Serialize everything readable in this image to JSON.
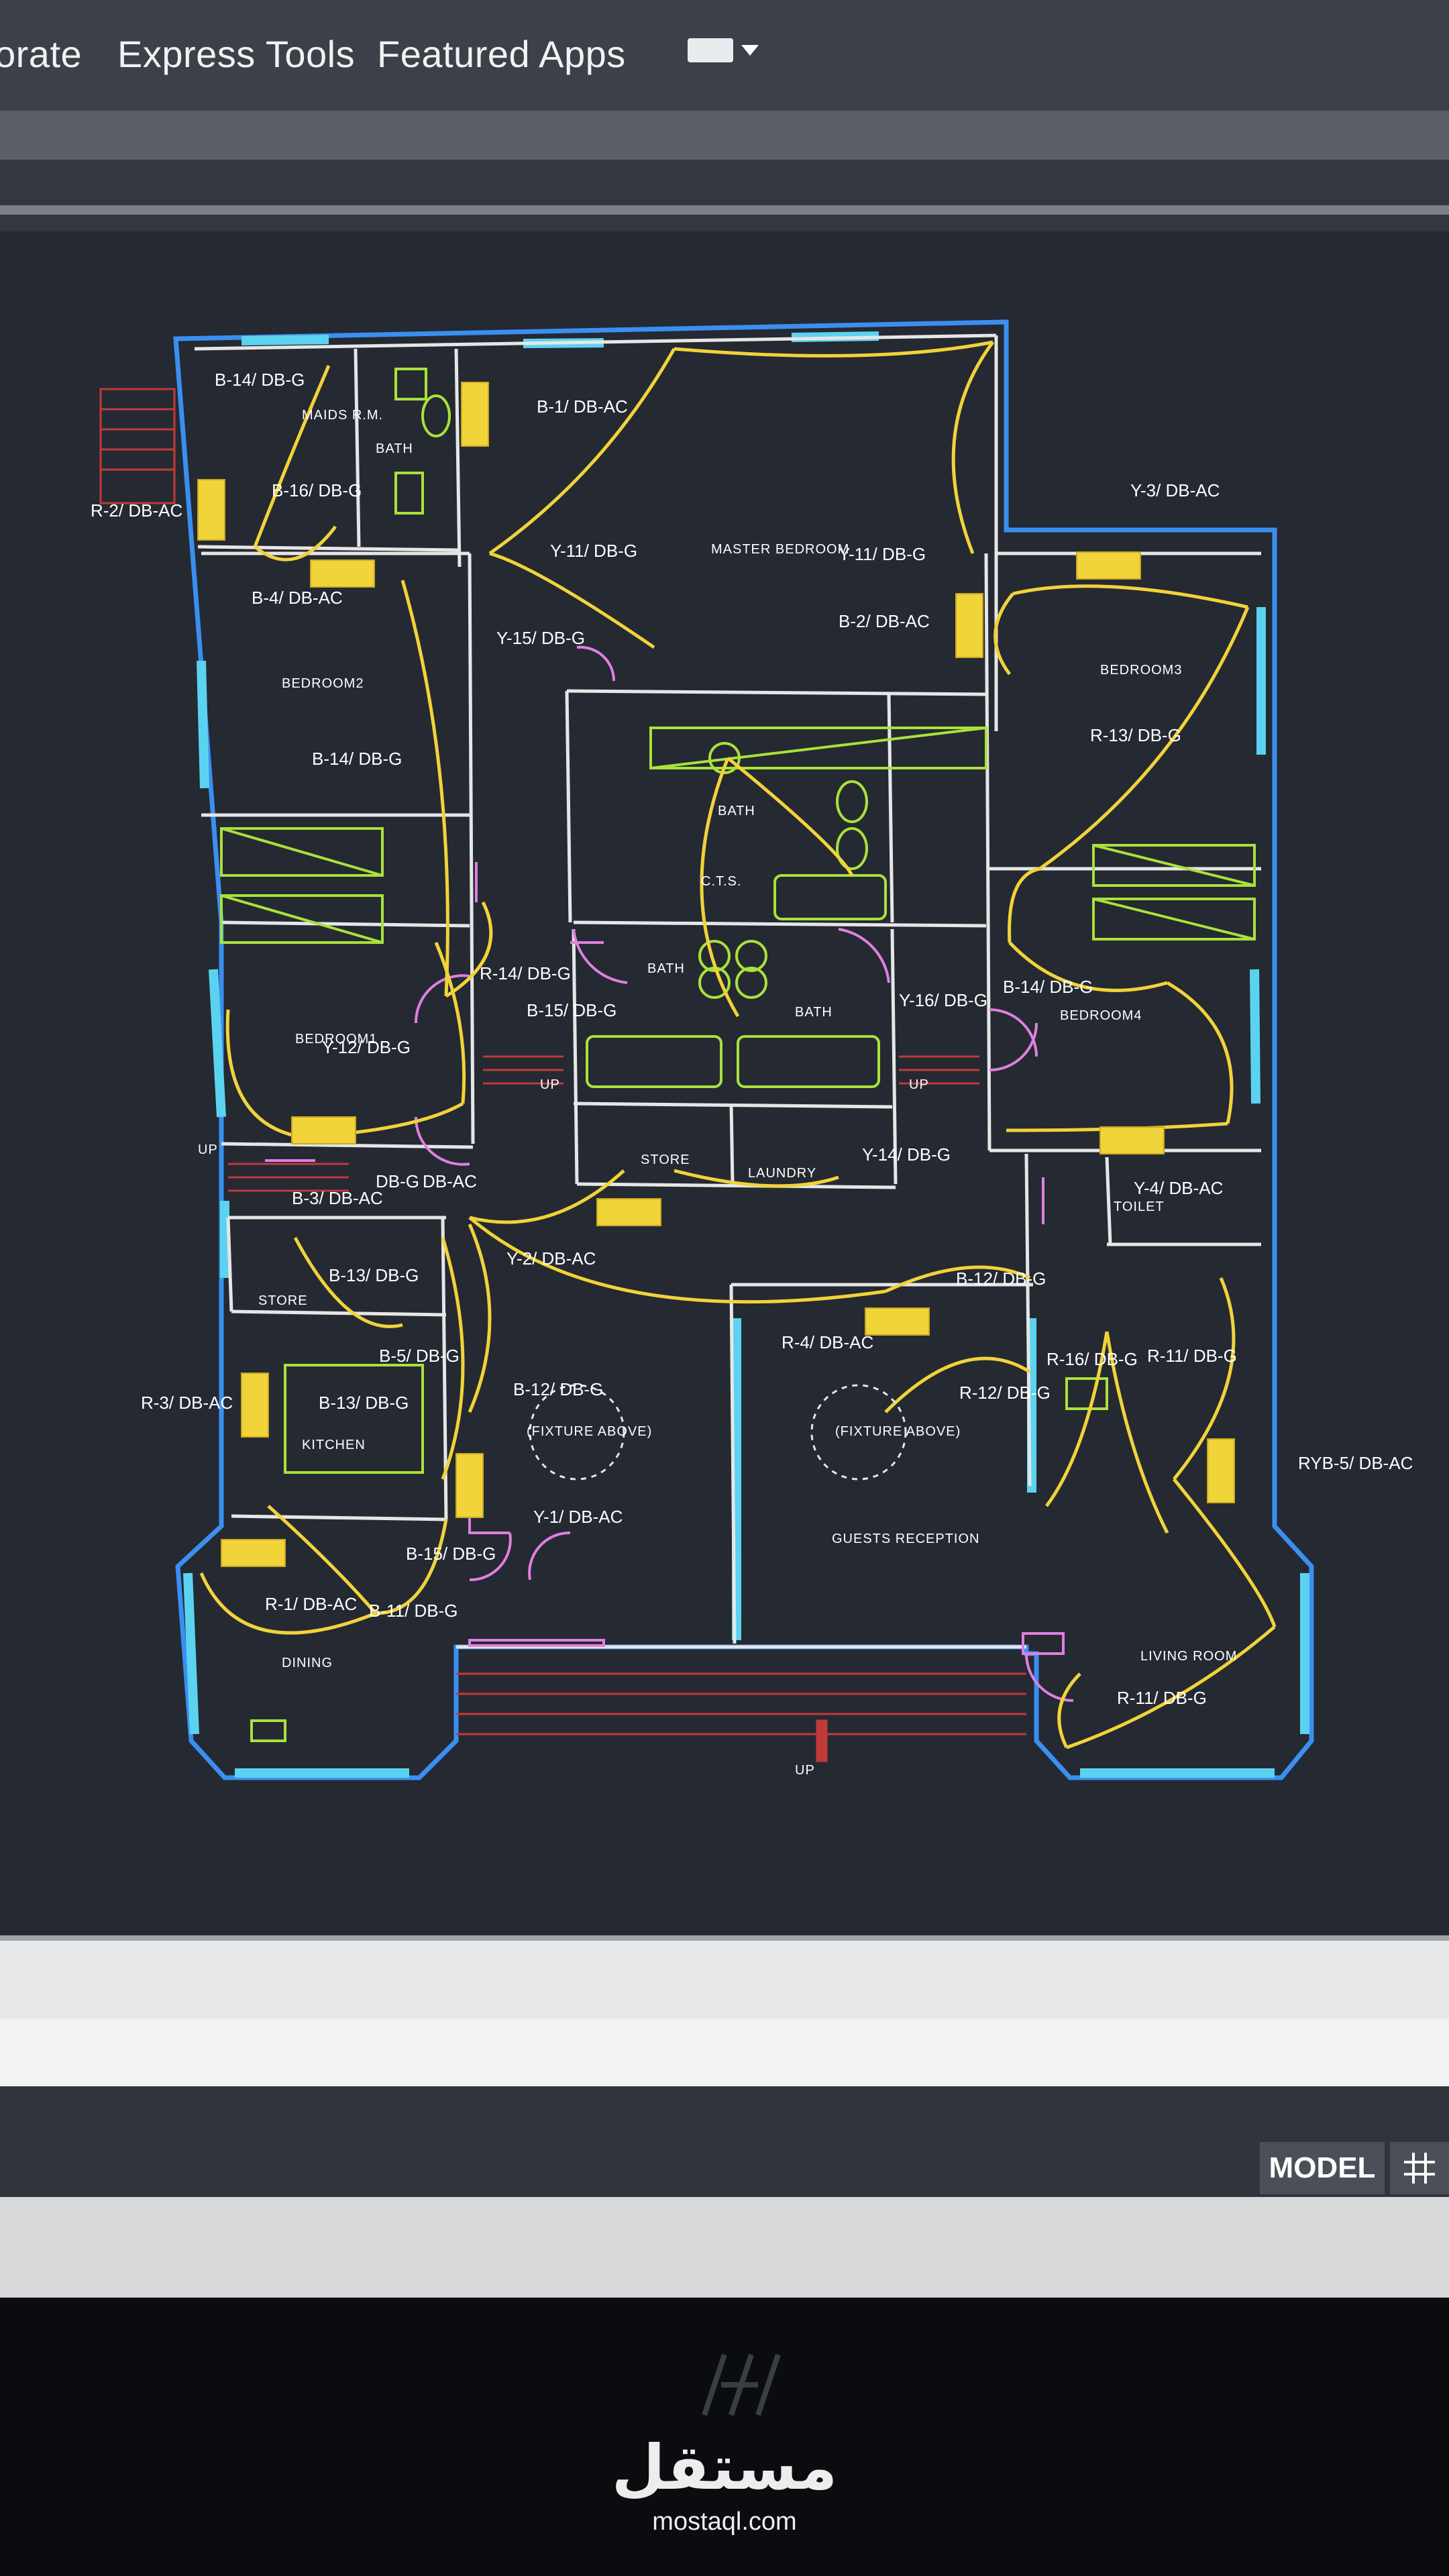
{
  "ribbon": {
    "tabs": [
      {
        "label": "orate"
      },
      {
        "label": "Express Tools"
      },
      {
        "label": "Featured Apps"
      }
    ],
    "toggle_icon": "ribbon-state-toggle-icon"
  },
  "drawing": {
    "rooms": {
      "maids_rm": "MAIDS R.M.",
      "bath_small": "BATH",
      "master_bedroom": "MASTER BEDROOM",
      "bedroom2": "BEDROOM2",
      "bedroom3": "BEDROOM3",
      "bath_center": "BATH",
      "cts": "C.T.S.",
      "bath_lower": "BATH",
      "bath_lower2": "BATH",
      "bedroom1": "BEDROOM1",
      "bedroom4": "BEDROOM4",
      "store": "STORE",
      "laundry": "LAUNDRY",
      "toilet": "TOILET",
      "store_kitchen": "STORE",
      "kitchen": "KITCHEN",
      "guests_reception": "GUESTS RECEPTION",
      "dining": "DINING",
      "living_room": "LIVING ROOM",
      "fixture_note": "(FIXTURE ABOVE)"
    },
    "circuits": {
      "b14a": "B-14/ DB-G",
      "r2": "R-2/ DB-AC",
      "b16": "B-16/ DB-G",
      "b1": "B-1/ DB-AC",
      "y11a": "Y-11/ DB-G",
      "y11b": "Y-11/ DB-G",
      "b2": "B-2/ DB-AC",
      "y3": "Y-3/ DB-AC",
      "b4": "B-4/ DB-AC",
      "y15": "Y-15/ DB-G",
      "b14b": "B-14/ DB-G",
      "r13": "R-13/ DB-G",
      "b14c": "B-14/ DB-G",
      "r14": "R-14/ DB-G",
      "b15a": "B-15/ DB-G",
      "y16": "Y-16/ DB-G",
      "y12": "Y-12/ DB-G",
      "y14": "Y-14/ DB-G",
      "b3": "B-3/ DB-AC",
      "dbg": "DB-G",
      "dbac": "DB-AC",
      "y4": "Y-4/ DB-AC",
      "y2": "Y-2/ DB-AC",
      "b13a": "B-13/ DB-G",
      "b12a": "B-12/ DB-G",
      "r4": "R-4/ DB-AC",
      "r16": "R-16/ DB-G",
      "r11a": "R-11/ DB-G",
      "b5": "B-5/ DB-G",
      "r3": "R-3/ DB-AC",
      "b13b": "B-13/ DB-G",
      "b12b": "B-12/ DB-G",
      "r12": "R-12/ DB-G",
      "ryb5": "RYB-5/ DB-AC",
      "y1": "Y-1/ DB-AC",
      "b15b": "B-15/ DB-G",
      "r1": "R-1/ DB-AC",
      "b11": "B-11/ DB-G",
      "r11b": "R-11/ DB-G"
    },
    "stair_up": "UP"
  },
  "status_bar": {
    "model_label": "MODEL",
    "grid_icon": "grid-icon"
  },
  "watermark": {
    "arabic": "مستقل",
    "latin": "mostaql.com"
  },
  "colors": {
    "wall_white": "#e6e6e6",
    "window_cyan": "#5bd3f0",
    "lighting_yellow": "#f1d33a",
    "fixture_green": "#a8e23a",
    "door_magenta": "#e07fe0",
    "stair_red": "#c03a3a",
    "perimeter_blue": "#3a8ff0"
  }
}
